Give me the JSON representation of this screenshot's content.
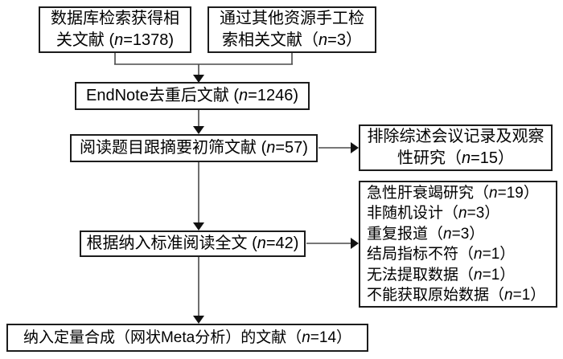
{
  "diagram": {
    "title_semantic": "literature-screening-flow",
    "colors": {
      "background": "#ffffff",
      "box_border": "#1c1c1c",
      "connector_line": "#4a4a4a",
      "arrowhead": "#111111",
      "text": "#000000"
    },
    "boxes": {
      "db_search": {
        "text": "数据库检索获得相\n关文献 (n=1378)"
      },
      "manual_search": {
        "text": "通过其他资源手工检\n索相关文献（n=3）"
      },
      "dedup": {
        "text": "EndNote去重后文献 (n=1246)"
      },
      "title_abstract": {
        "text": "阅读题目跟摘要初筛文献 (n=57)"
      },
      "exclude1": {
        "text": "排除综述会议记录及观察\n性研究（n=15）"
      },
      "fulltext": {
        "text": "根据纳入标准阅读全文 (n=42)"
      },
      "exclude2": {
        "lines": [
          "急性肝衰竭研究（n=19）",
          "非随机设计（n=3）",
          "重复报道（n=3）",
          "结局指标不符（n=1）",
          "无法提取数据（n=1）",
          "不能获取原始数据（n=1）"
        ]
      },
      "included": {
        "text": "纳入定量合成（网状Meta分析）的文献（n=14）"
      }
    }
  }
}
